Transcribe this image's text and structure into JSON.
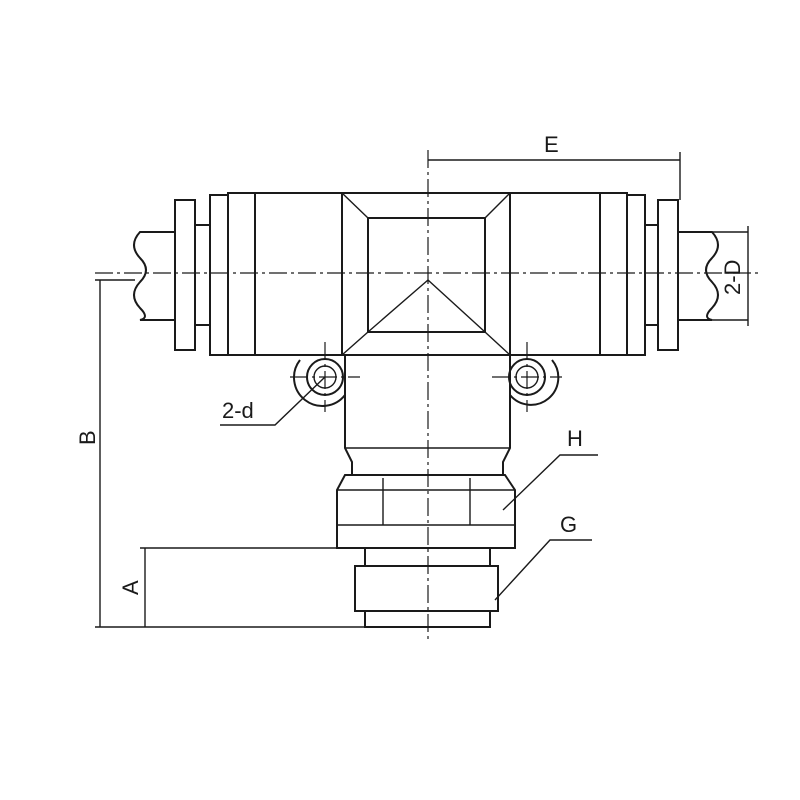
{
  "labels": {
    "E": "E",
    "tube_od": "2-D",
    "mount_hole": "2-d",
    "B": "B",
    "H": "H",
    "G": "G",
    "A": "A"
  }
}
